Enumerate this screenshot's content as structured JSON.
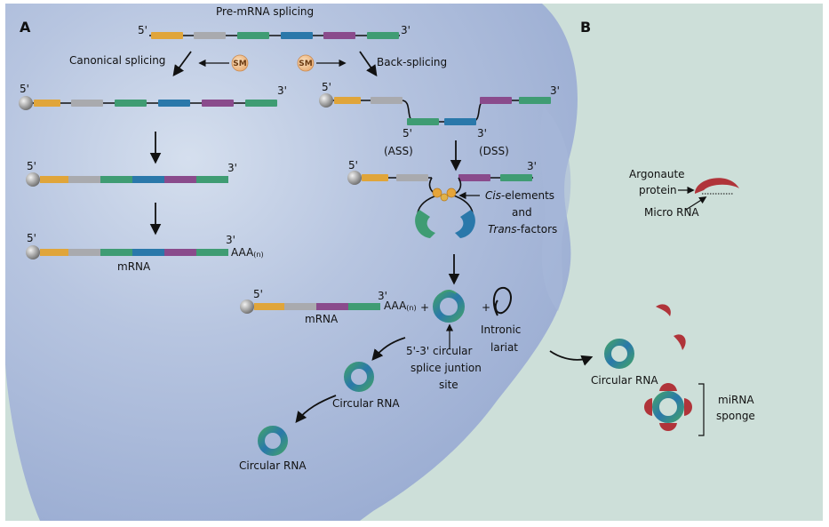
{
  "panels": {
    "a": "A",
    "b": "B"
  },
  "colors": {
    "background": "#cddfd9",
    "nucleus": "#b4c3df",
    "exon_orange": "#e0a53a",
    "exon_gray": "#a9aaae",
    "exon_green": "#3f9c73",
    "exon_blue": "#2a78aa",
    "exon_purple": "#8a4b8c",
    "argonaute_red": "#b0343a",
    "sm_badge": "#f3c896"
  },
  "labels": {
    "pre_mrna_splicing": "Pre-mRNA splicing",
    "canonical_splicing": "Canonical splicing",
    "back_splicing": "Back-splicing",
    "sm": "SM",
    "five_prime": "5'",
    "three_prime": "3'",
    "ass": "(ASS)",
    "dss": "(DSS)",
    "cis_elements": "Cis",
    "cis_suffix": "-elements",
    "and": "and",
    "trans_factors": "Trans",
    "trans_suffix": "-factors",
    "mrna": "mRNA",
    "aaa_n_left": "AAA",
    "aaa_n_left_sub": "(n)",
    "aaa_n_center": "AAA",
    "aaa_n_center_sub": "(n)",
    "plus": "+",
    "intronic_1": "Intronic",
    "intronic_2": "lariat",
    "junction_1": "5'-3' circular",
    "junction_2": "splice juntion",
    "junction_3": "site",
    "circular_rna": "Circular RNA",
    "argonaute_1": "Argonaute",
    "argonaute_2": "protein",
    "micro_rna": "Micro RNA",
    "mirna_sponge_1": "miRNA",
    "mirna_sponge_2": "sponge"
  }
}
